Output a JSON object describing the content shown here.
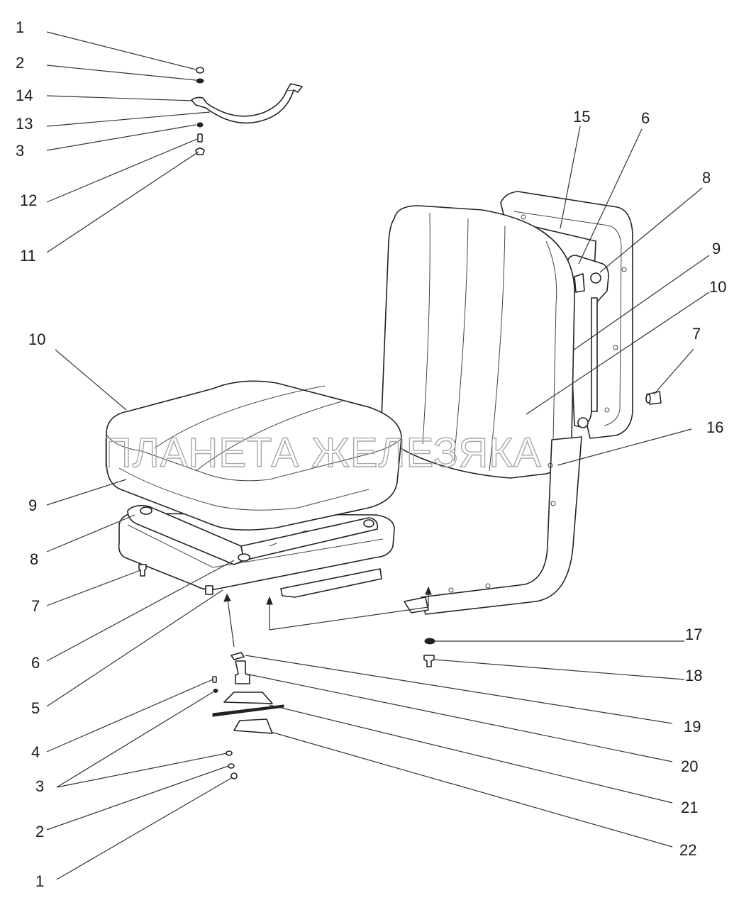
{
  "diagram": {
    "watermark": "ПЛАНЕТА ЖЕЛЕЗЯКА",
    "callouts": [
      "1",
      "2",
      "14",
      "13",
      "3",
      "12",
      "11",
      "15",
      "6",
      "8",
      "9",
      "10",
      "7",
      "16",
      "10",
      "9",
      "8",
      "7",
      "6",
      "5",
      "4",
      "3",
      "2",
      "1",
      "17",
      "18",
      "19",
      "20",
      "21",
      "22"
    ]
  }
}
